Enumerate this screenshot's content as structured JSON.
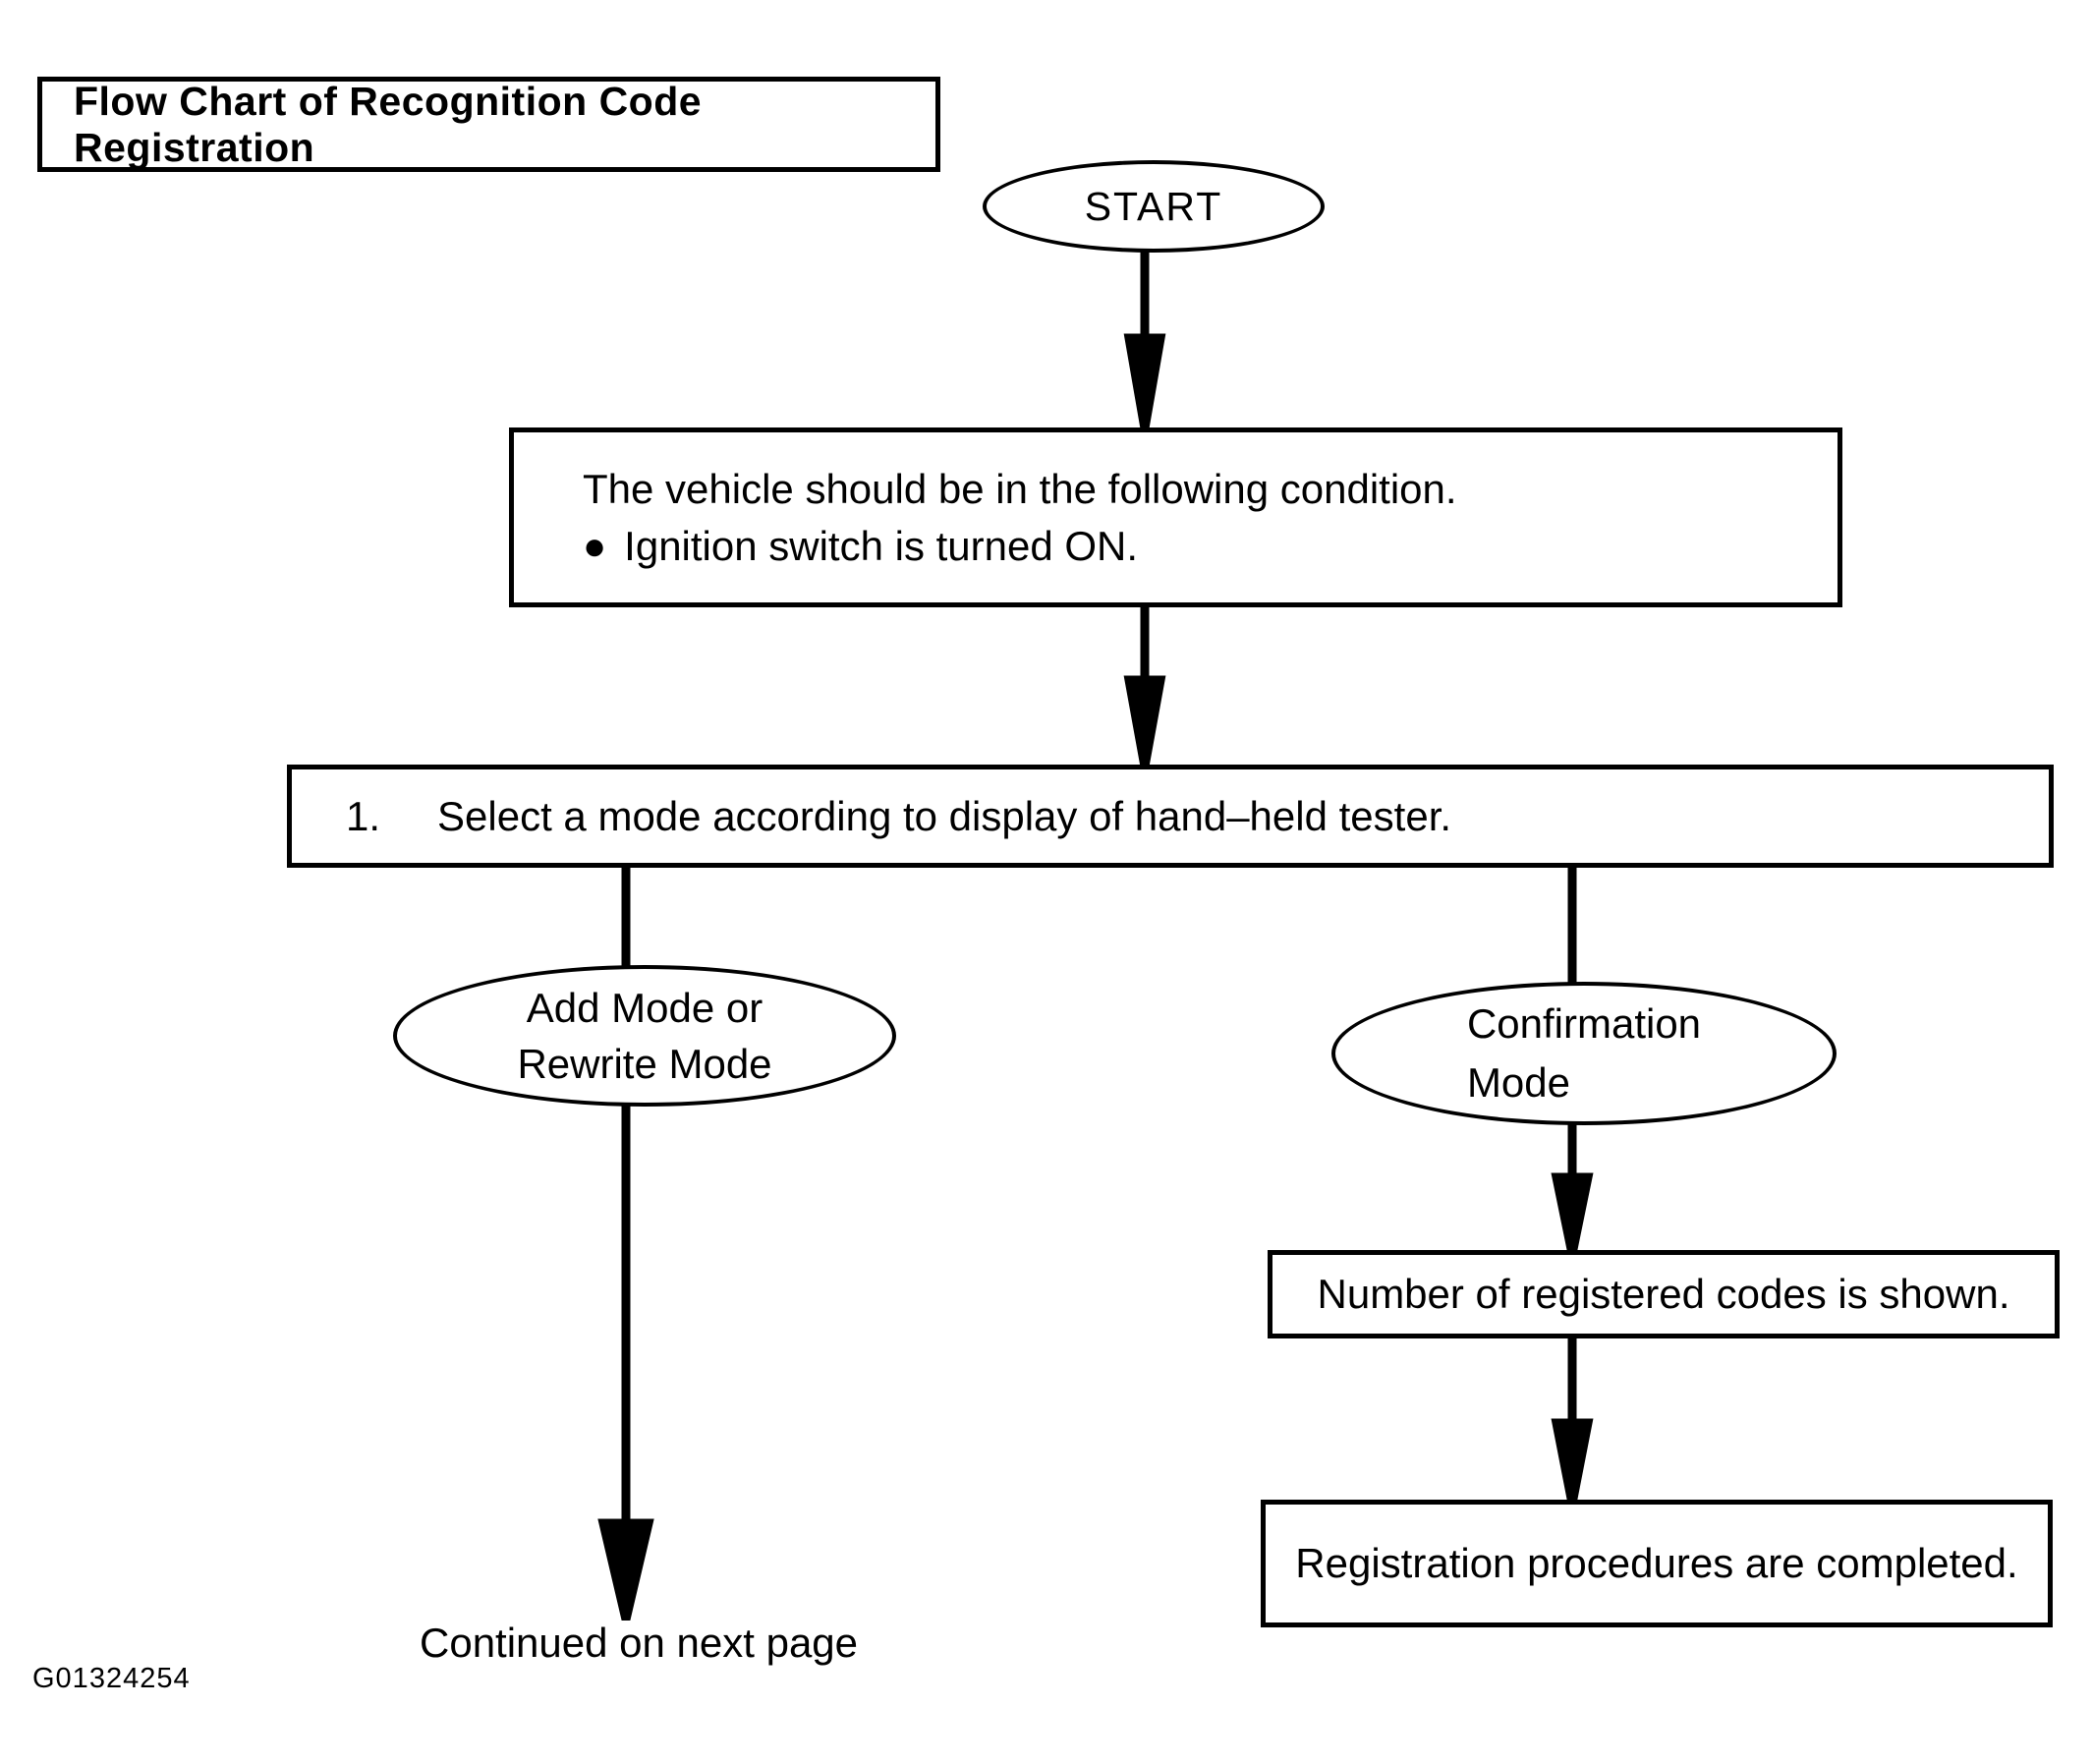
{
  "figure": {
    "title": "Flow Chart of Recognition Code Registration",
    "figure_id": "G01324254"
  },
  "nodes": {
    "start": {
      "label": "START"
    },
    "vehicle_condition": {
      "line1": "The vehicle should be in the following condition.",
      "bullet": "●",
      "line2": "Ignition switch is turned ON."
    },
    "select_mode": {
      "step_number": "1.",
      "text": "Select a mode according to display of hand–held tester."
    },
    "add_rewrite_mode": {
      "line1": "Add Mode or",
      "line2": "Rewrite Mode"
    },
    "confirmation_mode": {
      "line1": "Confirmation",
      "line2": "Mode"
    },
    "registered_codes": {
      "text": "Number of registered codes is shown."
    },
    "registration_completed": {
      "text": "Registration procedures are completed."
    },
    "continued_note": {
      "text": "Continued on next page"
    }
  },
  "colors": {
    "ink": "#000000",
    "paper": "#ffffff"
  }
}
